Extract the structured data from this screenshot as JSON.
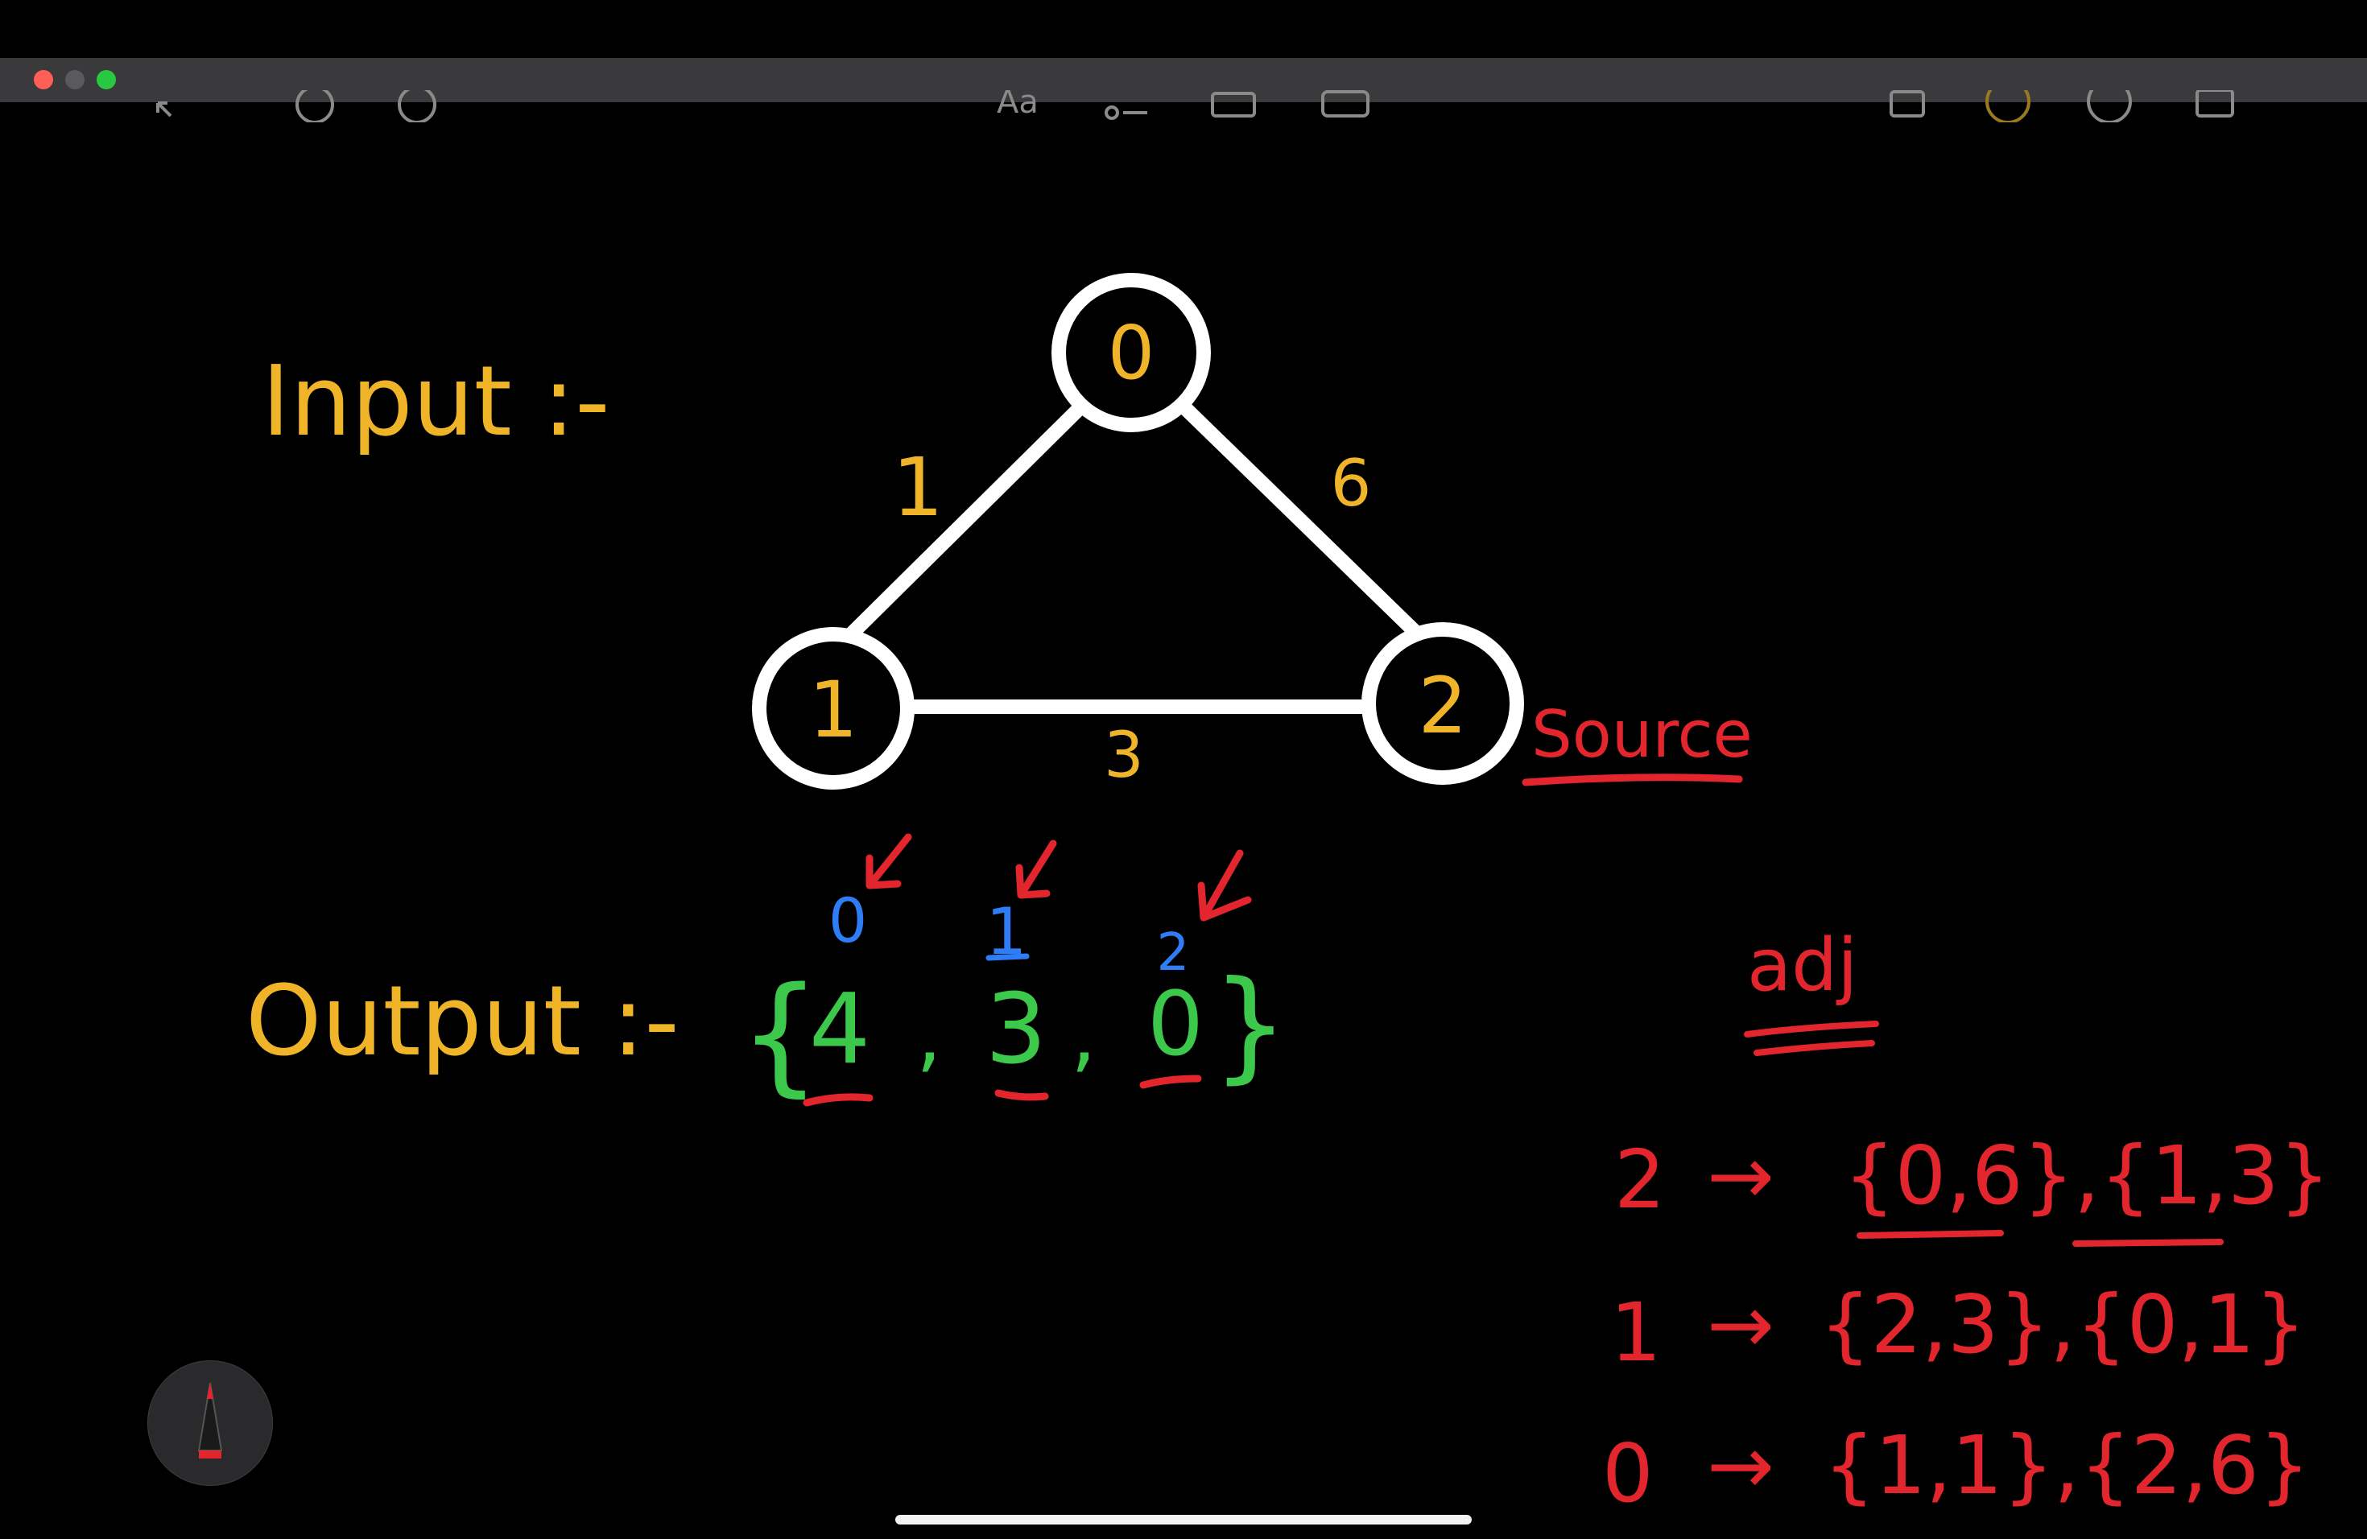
{
  "window": {
    "traffic_lights": [
      {
        "name": "close",
        "color": "#ff5f57"
      },
      {
        "name": "minimize",
        "color": "#5a5a5c"
      },
      {
        "name": "zoom",
        "color": "#28c840"
      }
    ]
  },
  "toolbar": {
    "text_tool_label": "Aa",
    "icons": [
      "pointer-icon",
      "lasso-icon",
      "undo-icon",
      "text-icon",
      "checklist-icon",
      "table-icon",
      "camera-icon",
      "share-icon",
      "markup-icon",
      "more-icon",
      "compose-icon"
    ]
  },
  "notes": {
    "input_label": "Input :-",
    "output_label": "Output :-",
    "source_label": "Source",
    "adj_label": "adj",
    "graph": {
      "nodes": [
        "0",
        "1",
        "2"
      ],
      "edges": [
        {
          "from": "0",
          "to": "1",
          "weight": "1"
        },
        {
          "from": "0",
          "to": "2",
          "weight": "6"
        },
        {
          "from": "1",
          "to": "2",
          "weight": "3"
        }
      ]
    },
    "output": {
      "open_brace": "{",
      "close_brace": "}",
      "separator": ",",
      "indices": [
        "0",
        "1",
        "2"
      ],
      "values": [
        "4",
        "3",
        "0"
      ]
    },
    "adjacency": [
      {
        "node": "2",
        "arrow": "→",
        "list": "{0,6},{1,3}"
      },
      {
        "node": "1",
        "arrow": "→",
        "list": "{2,3},{0,1}"
      },
      {
        "node": "0",
        "arrow": "→",
        "list": "{1,1},{2,6}"
      }
    ]
  },
  "colors": {
    "yellow": "#f0b429",
    "red": "#e3262e",
    "blue": "#2f7df6",
    "green": "#3cc84a",
    "white": "#ffffff"
  }
}
